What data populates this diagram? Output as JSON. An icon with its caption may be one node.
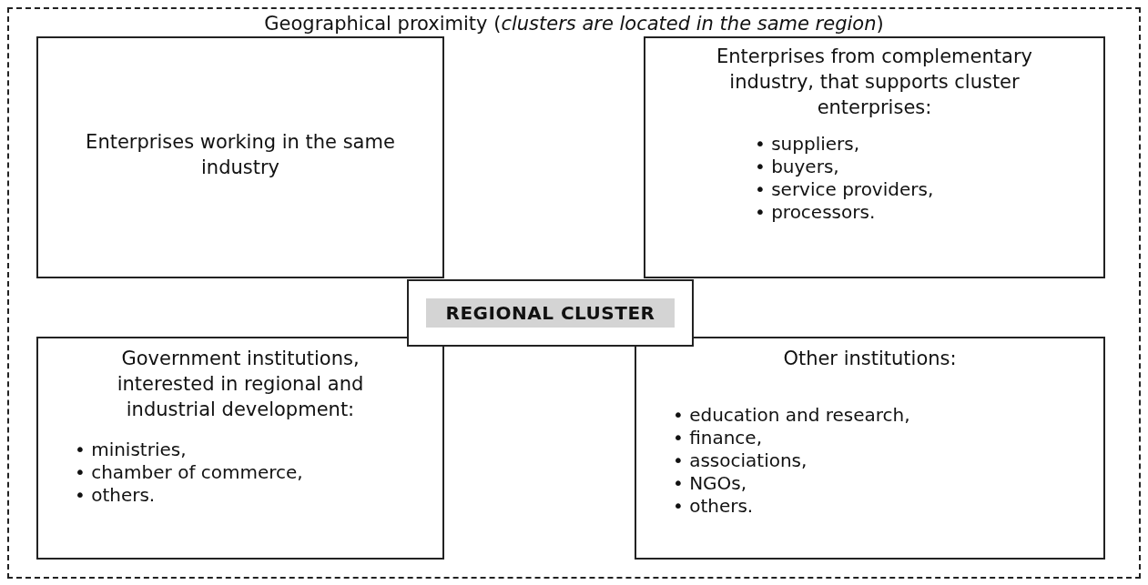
{
  "diagram": {
    "nodes": [
      {
        "text": [
          "Geographical proximity (*clusters are located in the same region*)"
        ]
      },
      {
        "text": [
          "Enterprises working in the same industry"
        ],
        "in": 0
      },
      {
        "text": [
          "Enterprises from complementary industry, that supports cluster enterprises:",
          "• suppliers,",
          "• buyers,",
          "• service providers,",
          "• processors."
        ],
        "in": 0
      },
      {
        "text": [
          "REGIONAL CLUSTER"
        ],
        "in": 0
      },
      {
        "text": [
          "Government institutions, interested in regional and industrial development:",
          "• ministries,",
          "• chamber of commerce,",
          "• others."
        ],
        "in": 0
      },
      {
        "text": [
          "Other institutions:",
          "• education and research,",
          "• finance,",
          "• associations,",
          "• NGOs,",
          "• others."
        ],
        "in": 0
      }
    ]
  }
}
